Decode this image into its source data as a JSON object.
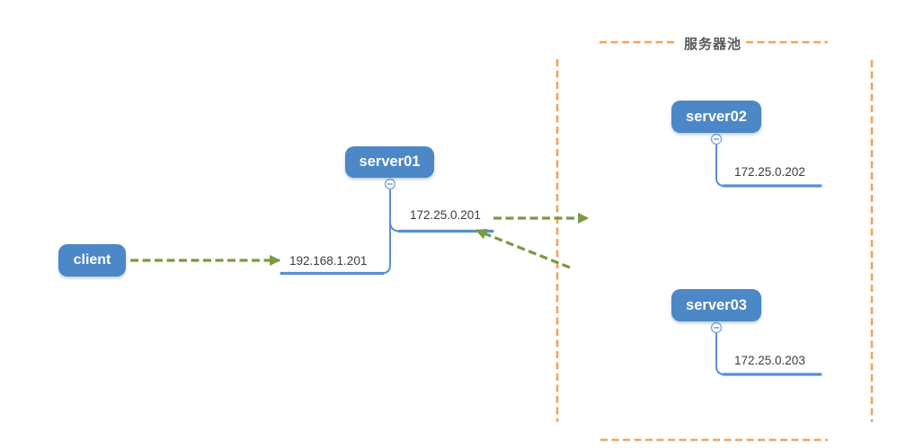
{
  "pool": {
    "title": "服务器池"
  },
  "nodes": {
    "client": {
      "label": "client"
    },
    "server01": {
      "label": "server01"
    },
    "server02": {
      "label": "server02"
    },
    "server03": {
      "label": "server03"
    }
  },
  "ips": {
    "client_link": "192.168.1.201",
    "server01_wan": "172.25.0.201",
    "server02": "172.25.0.202",
    "server03": "172.25.0.203"
  },
  "icons": {
    "collapse": "circle-minus"
  },
  "colors": {
    "node_fill": "#4c87c7",
    "connector_blue": "#5a8ed4",
    "arrow_green": "#7a9b3e",
    "boundary_orange": "#f4a25b",
    "pool_label_text": "#595959",
    "ip_text": "#3c3c3c"
  }
}
